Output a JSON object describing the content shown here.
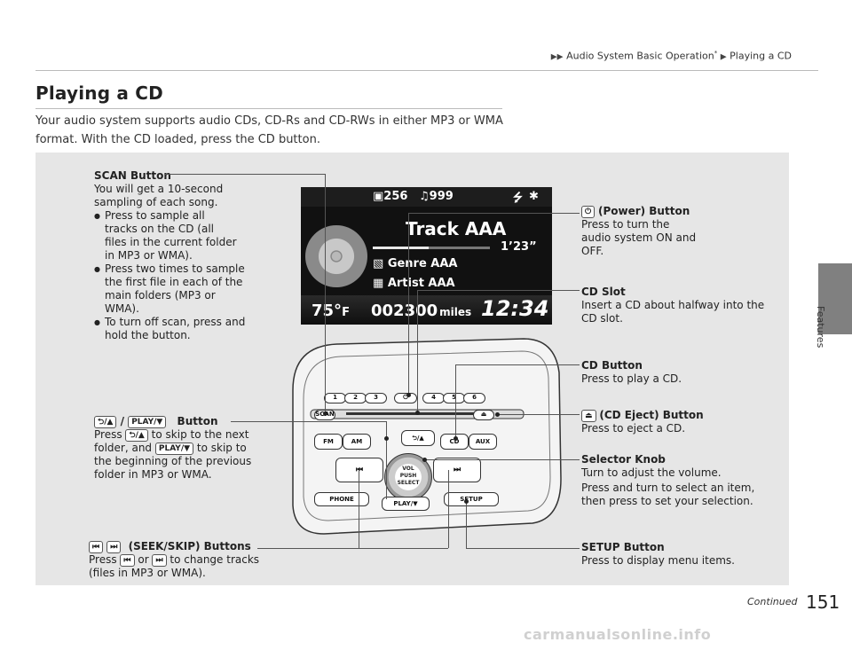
{
  "header": {
    "breadcrumb_section": "Audio System Basic Operation",
    "breadcrumb_mark": "*",
    "breadcrumb_page": "Playing a CD"
  },
  "side_tab": {
    "label": "Features"
  },
  "page": {
    "title": "Playing a CD",
    "intro": "Your audio system supports audio CDs, CD-Rs and CD-RWs in either MP3 or WMA format. With the CD loaded, press the CD button."
  },
  "callouts": {
    "scan": {
      "title": "SCAN Button",
      "text": "You will get a 10-second sampling of each song.",
      "bullets": [
        "Press to sample all tracks on the CD (all files in the current folder in MP3 or WMA).",
        "Press two times to sample the first file in each of the main folders (MP3 or WMA).",
        "To turn off scan, press and hold the button."
      ]
    },
    "folder": {
      "key1": "⮌/▲",
      "sep": "/",
      "key2": "PLAY/▼",
      "title": "Button",
      "t1": "Press",
      "t2": "to skip to the next folder, and",
      "t3": "to skip to the beginning of the previous folder in MP3 or WMA."
    },
    "seek": {
      "key_prev": "⏮",
      "key_next": "⏭",
      "title": "(SEEK/SKIP) Buttons",
      "t1": "Press",
      "t2": "or",
      "t3": "to change tracks (files in MP3 or WMA)."
    },
    "power": {
      "title": "(Power) Button",
      "text": "Press to turn the audio system ON and OFF."
    },
    "slot": {
      "title": "CD Slot",
      "text": "Insert a CD about halfway into the CD slot."
    },
    "cd": {
      "title": "CD Button",
      "text": "Press to play a CD."
    },
    "eject": {
      "title": "(CD Eject) Button",
      "text": "Press to eject a CD."
    },
    "knob": {
      "title": "Selector Knob",
      "text1": "Turn to adjust the volume.",
      "text2": "Press and turn to select an item, then press to set your selection."
    },
    "setup": {
      "title": "SETUP Button",
      "text": "Press to display menu items."
    }
  },
  "display": {
    "folder_count": "256",
    "track_count": "999",
    "track": "Track AAA",
    "elapsed": "1’23”",
    "elapsed_fraction": 0.48,
    "genre": "Genre AAA",
    "artist": "Artist AAA",
    "temp": "75°",
    "temp_unit": "F",
    "odometer": "002300",
    "odo_unit": "miles",
    "clock": "12:34"
  },
  "unit_buttons": {
    "presets": [
      "1",
      "2",
      "3",
      "4",
      "5",
      "6"
    ],
    "scan": "SCAN",
    "fm": "FM",
    "am": "AM",
    "cd": "CD",
    "aux": "AUX",
    "up": "⮌/▲",
    "play": "PLAY/▼",
    "phone": "PHONE",
    "setup": "SETUP",
    "vol": "VOL",
    "push": "PUSH",
    "select": "SELECT"
  },
  "footer": {
    "continued": "Continued",
    "page_number": "151"
  },
  "watermark": "carmanualsonline.info"
}
